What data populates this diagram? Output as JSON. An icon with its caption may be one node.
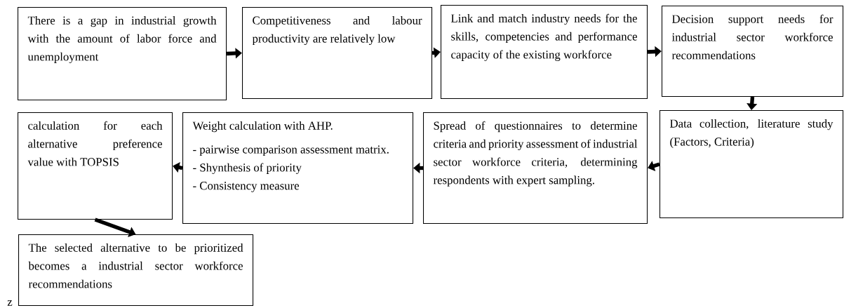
{
  "diagram": {
    "nodes": [
      {
        "text": [
          "There is a gap in industrial growth with the amount of labor force and unemployment"
        ]
      },
      {
        "text": [
          "Competitiveness and labour productivity are relatively low"
        ]
      },
      {
        "text": [
          "Link and match industry needs for the skills, competencies and performance capacity of the existing workforce"
        ]
      },
      {
        "text": [
          "Decision support needs for industrial sector workforce recommendations"
        ]
      },
      {
        "text": [
          "Data collection, literature study (Factors, Criteria)"
        ]
      },
      {
        "text": [
          "Spread of questionnaires to determine criteria and priority assessment of industrial sector workforce criteria, determining respondents with expert sampling."
        ]
      },
      {
        "text": [
          "Weight calculation with AHP.",
          "- pairwise comparison assessment matrix.",
          "- Shynthesis of priority",
          "- Consistency measure"
        ]
      },
      {
        "text": [
          "calculation for each alternative preference value with TOPSIS"
        ]
      },
      {
        "text": [
          "The selected alternative to be prioritized becomes a industrial sector workforce recommendations"
        ]
      }
    ],
    "edges": [
      {
        "from": 0,
        "to": 1,
        "arrow": "to"
      },
      {
        "from": 1,
        "to": 2,
        "arrow": "to"
      },
      {
        "from": 2,
        "to": 3,
        "arrow": "to"
      },
      {
        "from": 3,
        "to": 4,
        "arrow": "to"
      },
      {
        "from": 4,
        "to": 5,
        "arrow": "to"
      },
      {
        "from": 5,
        "to": 6,
        "arrow": "to"
      },
      {
        "from": 6,
        "to": 7,
        "arrow": "to"
      },
      {
        "from": 7,
        "to": 8,
        "arrow": "to"
      }
    ],
    "labels": [
      "z"
    ]
  }
}
